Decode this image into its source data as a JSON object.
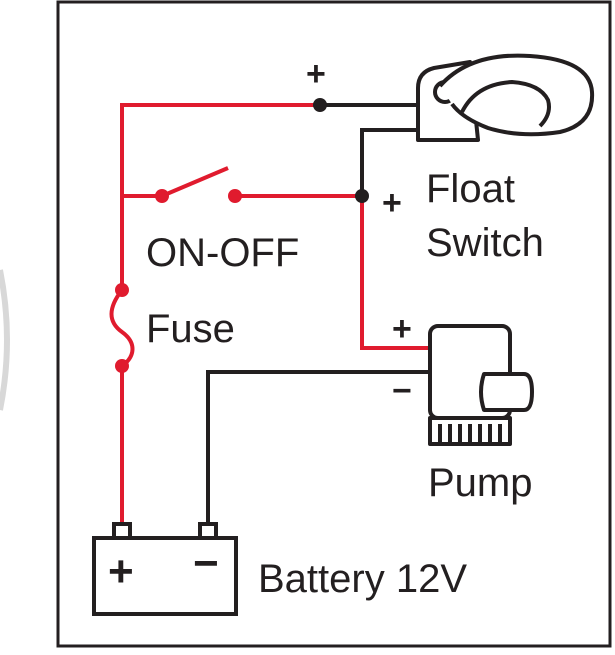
{
  "colors": {
    "positive_wire": "#e01b2e",
    "negative_wire": "#231f20",
    "frame": "#231f20",
    "background": "#ffffff"
  },
  "labels": {
    "switch": "ON-OFF",
    "fuse": "Fuse",
    "float_switch_line1": "Float",
    "float_switch_line2": "Switch",
    "pump": "Pump",
    "battery": "Battery 12V"
  },
  "polarity": {
    "plus": "+",
    "minus": "−"
  },
  "icons": {
    "float_switch": "float-switch-icon",
    "pump": "bilge-pump-icon",
    "battery": "battery-icon",
    "switch": "toggle-switch-icon",
    "fuse": "fuse-icon"
  }
}
